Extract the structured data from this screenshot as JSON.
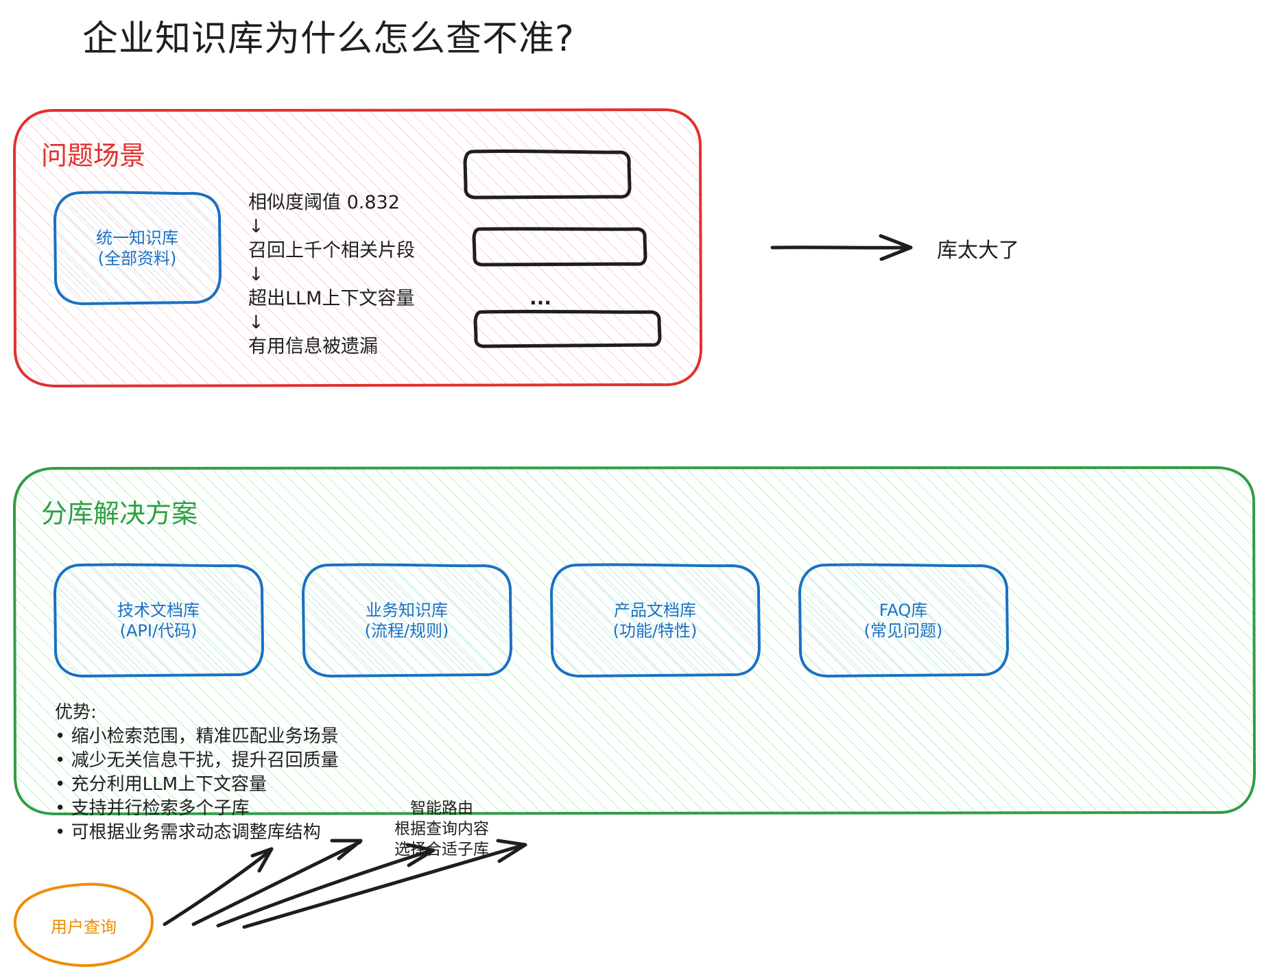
{
  "title": "企业知识库为什么怎么查不准?",
  "colors": {
    "red": "#e03131",
    "green": "#2f9e44",
    "blue": "#1971c2",
    "orange": "#f08c00",
    "ink": "#1e1e1e"
  },
  "problem": {
    "title": "问题场景",
    "kb_node": {
      "line1": "统一知识库",
      "line2": "(全部资料)"
    },
    "flow": [
      "相似度阈值 0.832",
      "↓",
      "召回上千个相关片段",
      "↓",
      "超出LLM上下文容量",
      "↓",
      "有用信息被遗漏"
    ],
    "ellipsis": "...",
    "conclusion": "库太大了"
  },
  "solution": {
    "title": "分库解决方案",
    "libraries": [
      {
        "line1": "技术文档库",
        "line2": "(API/代码)"
      },
      {
        "line1": "业务知识库",
        "line2": "(流程/规则)"
      },
      {
        "line1": "产品文档库",
        "line2": "(功能/特性)"
      },
      {
        "line1": "FAQ库",
        "line2": "(常见问题)"
      }
    ],
    "advantages_title": "优势:",
    "advantages": [
      "• 缩小检索范围，精准匹配业务场景",
      "• 减少无关信息干扰，提升召回质量",
      "• 充分利用LLM上下文容量",
      "• 支持并行检索多个子库",
      "• 可根据业务需求动态调整库结构"
    ]
  },
  "routing": {
    "line1": "智能路由",
    "line2": "根据查询内容",
    "line3": "选择合适子库"
  },
  "user_query": "用户查询"
}
